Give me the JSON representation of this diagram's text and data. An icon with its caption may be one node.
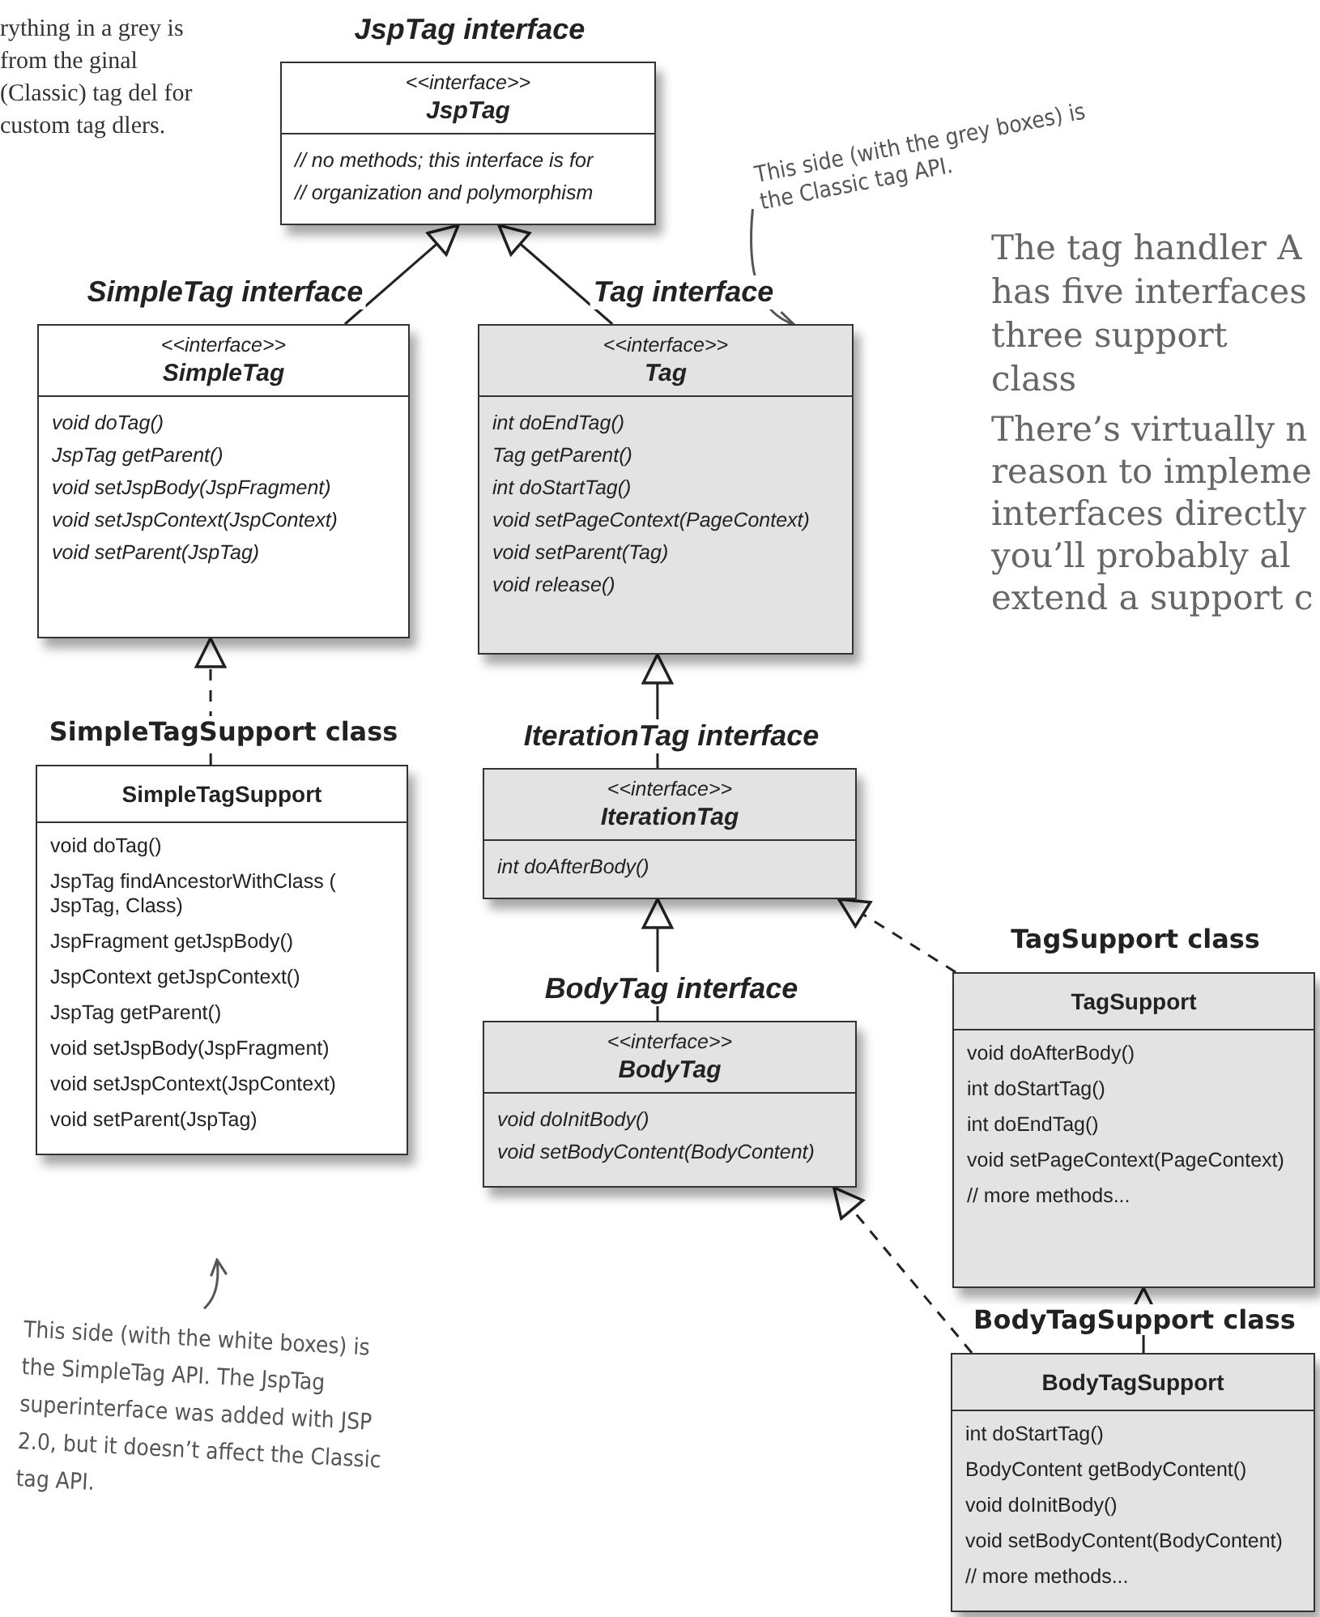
{
  "diagram": {
    "nodes": [
      {
        "text": [
          "JspTag interface",
          "<<interface>>",
          "JspTag",
          "// no methods; this interface is for",
          "// organization and polymorphism"
        ]
      },
      {
        "text": [
          "SimpleTag interface",
          "<<interface>>",
          "SimpleTag",
          "void doTag()",
          "JspTag getParent()",
          "void setJspBody(JspFragment)",
          "void setJspContext(JspContext)",
          "void setParent(JspTag)"
        ]
      },
      {
        "text": [
          "Tag interface",
          "<<interface>>",
          "Tag",
          "int doEndTag()",
          "Tag getParent()",
          "int doStartTag()",
          "void setPageContext(PageContext)",
          "void setParent(Tag)",
          "void release()"
        ]
      },
      {
        "text": [
          "SimpleTagSupport class",
          "SimpleTagSupport",
          "void doTag()",
          "JspTag findAncestorWithClass ( JspTag, Class)",
          "JspFragment getJspBody()",
          "JspContext getJspContext()",
          "JspTag getParent()",
          "void setJspBody(JspFragment)",
          "void setJspContext(JspContext)",
          "void setParent(JspTag)"
        ]
      },
      {
        "text": [
          "IterationTag interface",
          "<<interface>>",
          "IterationTag",
          "int doAfterBody()"
        ]
      },
      {
        "text": [
          "TagSupport class",
          "TagSupport",
          "void doAfterBody()",
          "int doStartTag()",
          "int doEndTag()",
          "void setPageContext(PageContext)",
          "// more methods..."
        ]
      },
      {
        "text": [
          "BodyTag interface",
          "<<interface>>",
          "BodyTag",
          "void doInitBody()",
          "void setBodyContent(BodyContent)"
        ]
      },
      {
        "text": [
          "BodyTagSupport class",
          "BodyTagSupport",
          "int doStartTag()",
          "BodyContent getBodyContent()",
          "void doInitBody()",
          "void setBodyContent(BodyContent)",
          "// more methods..."
        ]
      },
      {
        "text": [
          "This side (with the grey boxes) is the Classic tag API."
        ]
      },
      {
        "text": [
          "This side (with the white boxes) is the SimpleTag API. The JspTag superinterface was added with JSP 2.0, but it doesn’t affect the Classic tag API."
        ]
      }
    ],
    "edges": [
      {
        "from": 1,
        "to": 0,
        "arrow": "to"
      },
      {
        "from": 2,
        "to": 0,
        "arrow": "to"
      },
      {
        "from": 3,
        "to": 1,
        "arrow": "to",
        "style": "dashed"
      },
      {
        "from": 4,
        "to": 2,
        "arrow": "to"
      },
      {
        "from": 6,
        "to": 4,
        "arrow": "to"
      },
      {
        "from": 5,
        "to": 4,
        "arrow": "to",
        "style": "dashed"
      },
      {
        "from": 7,
        "to": 6,
        "arrow": "to",
        "style": "dashed"
      },
      {
        "from": 7,
        "to": 5,
        "arrow": "to"
      },
      {
        "from": 8,
        "to": 2,
        "arrow": "to"
      },
      {
        "from": 9,
        "to": null,
        "arrow": "to"
      }
    ],
    "labels": [
      "rything in a grey is from the ginal (Classic) tag del for custom tag dlers.",
      "The tag handler A has five interfaces three support class",
      "There’s virtually n reason to impleme interfaces directly you’ll probably al extend a support c"
    ]
  }
}
